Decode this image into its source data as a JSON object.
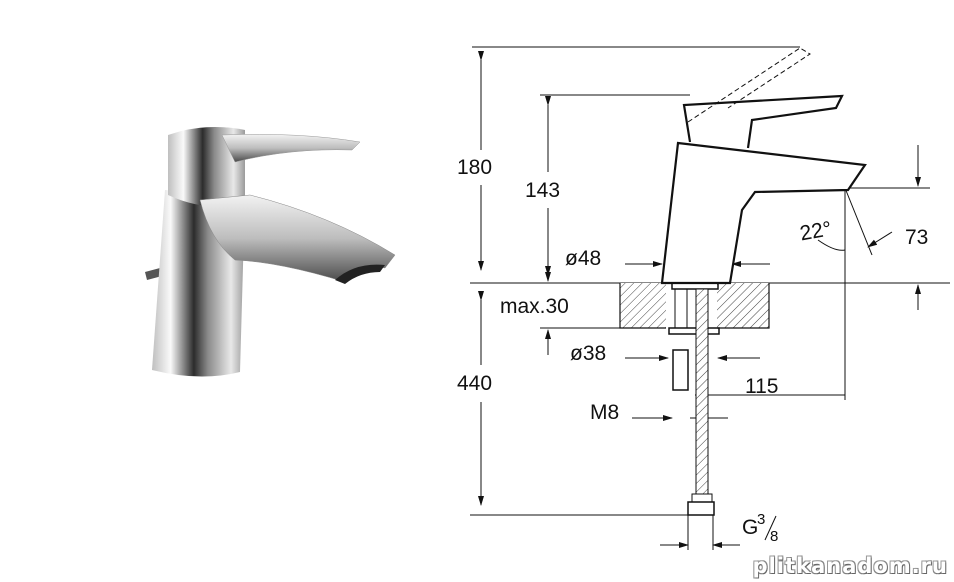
{
  "dimensions": {
    "total_height": "180",
    "spout_height": "143",
    "body_diameter": "ø48",
    "max_countertop": "max.30",
    "hole_diameter": "ø38",
    "hose_length": "440",
    "stud": "M8",
    "reach": "115",
    "angle": "22°",
    "outlet_height": "73",
    "connection_g": "G",
    "connection_num": "3",
    "connection_den": "8"
  },
  "watermark": "plitkanadom.ru",
  "colors": {
    "line": "#111111",
    "chrome_dark": "#2a2a2a",
    "chrome_light": "#f4f4f4"
  }
}
